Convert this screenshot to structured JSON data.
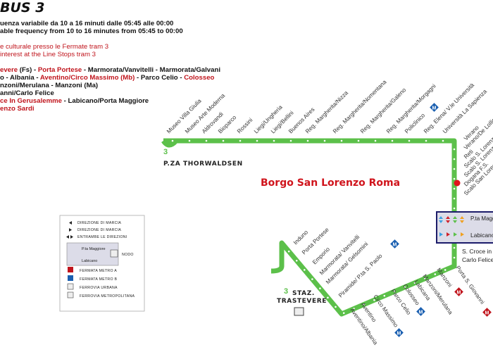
{
  "header": {
    "title": "BUS 3",
    "freq_it": "uenza variabile da 10 a 16 minuti dalle 05:45 alle 00:00",
    "freq_en": "able frequency from 10 to 16 minutes from 05:45 to 00:00",
    "poi_it": "e culturale presso le Fermate tram 3",
    "poi_en": " interest at the Line Stops tram 3",
    "route": [
      [
        {
          "t": "evere",
          "red": true
        },
        {
          "t": " (Fs) - ",
          "red": false
        },
        {
          "t": "Porta Portese",
          "red": true
        },
        {
          "t": " - Marmorata/Vanvitelli - Marmorata/Galvani",
          "red": false
        }
      ],
      [
        {
          "t": "o - Albania - ",
          "red": false
        },
        {
          "t": "Aventino/Circo Massimo (Mb)",
          "red": true
        },
        {
          "t": " - Parco Celio - ",
          "red": false
        },
        {
          "t": "Colosseo",
          "red": true
        }
      ],
      [
        {
          "t": "nzoni/Merulana - Manzoni (Ma)",
          "red": false
        }
      ],
      [
        {
          "t": "anni/Carlo Felice",
          "red": false
        }
      ],
      [
        {
          "t": "ce In Gerusalemme",
          "red": true
        },
        {
          "t": " - Labicano/Porta Maggiore",
          "red": false
        }
      ],
      [
        {
          "t": "enzo Sardi",
          "red": true
        }
      ]
    ]
  },
  "map": {
    "line_color": "#5cc04a",
    "terminus_north": "P.ZA THORWALDSEN",
    "terminus_south_1": "STAZ.",
    "terminus_south_2": "TRASTEVERE",
    "line_number": "3",
    "highlight": "Borgo San Lorenzo Roma",
    "top_stops": [
      "Museo Villa Giulia",
      "Museo Arte Moderna",
      "Aldrovandi",
      "Bioparco",
      "Rossini",
      "Liegi/Ungheria",
      "Liegi/Bellini",
      "Buenos Aires",
      "Reg. Margherita/Nizza",
      "Reg. Margherita/Nomentana",
      "Reg. Margherita/Galeno",
      "Reg. Margherita/Morgagni",
      "Policlinico",
      "Reg. Elena/ V.le Università",
      "Università La Sapienza"
    ],
    "east_stops": [
      "Verano",
      "Verano/De Lollis",
      "Reti",
      "Scalo S. Lorenzo",
      "Scalo S. Lorenzo",
      "Dogana F.S.",
      "Scalo San Lorenzo"
    ],
    "node": {
      "top": "P.ta Maggiore",
      "bottom": "Labicano"
    },
    "east_lower": [
      "S. Croce in G",
      "Carlo Felice"
    ],
    "south_stops": [
      "Porta S. Giovanni",
      "Manzoni",
      "Manzoni/Merulana",
      "Labicana",
      "Colosseo",
      "Parco Celio",
      "Circo Massimo",
      "Aventino",
      "Aventino/Albania"
    ],
    "west_stops": [
      "Induno",
      "Porta Portese",
      "Emporio",
      "Marmorata/ Vanvitelli",
      "Marmorata/ Gelsomini",
      "Piramide/ P.ta S. Paolo"
    ],
    "metro_letter": "M"
  },
  "legend": {
    "items": [
      "DIREZIONE DI MARCIA",
      "DIREZIONE DI MARCIA",
      "ENTRAMBE LE DIREZIONI",
      "NODO",
      "FERMATA METRO A",
      "FERMATA METRO B",
      "FERROVIA URBANA",
      "FERROVIA METROPOLITANA"
    ],
    "node_top": "P.ta Maggiore",
    "node_bottom": "Labicano",
    "metro_a_color": "#c0141c",
    "metro_b_color": "#1a5fb0"
  }
}
